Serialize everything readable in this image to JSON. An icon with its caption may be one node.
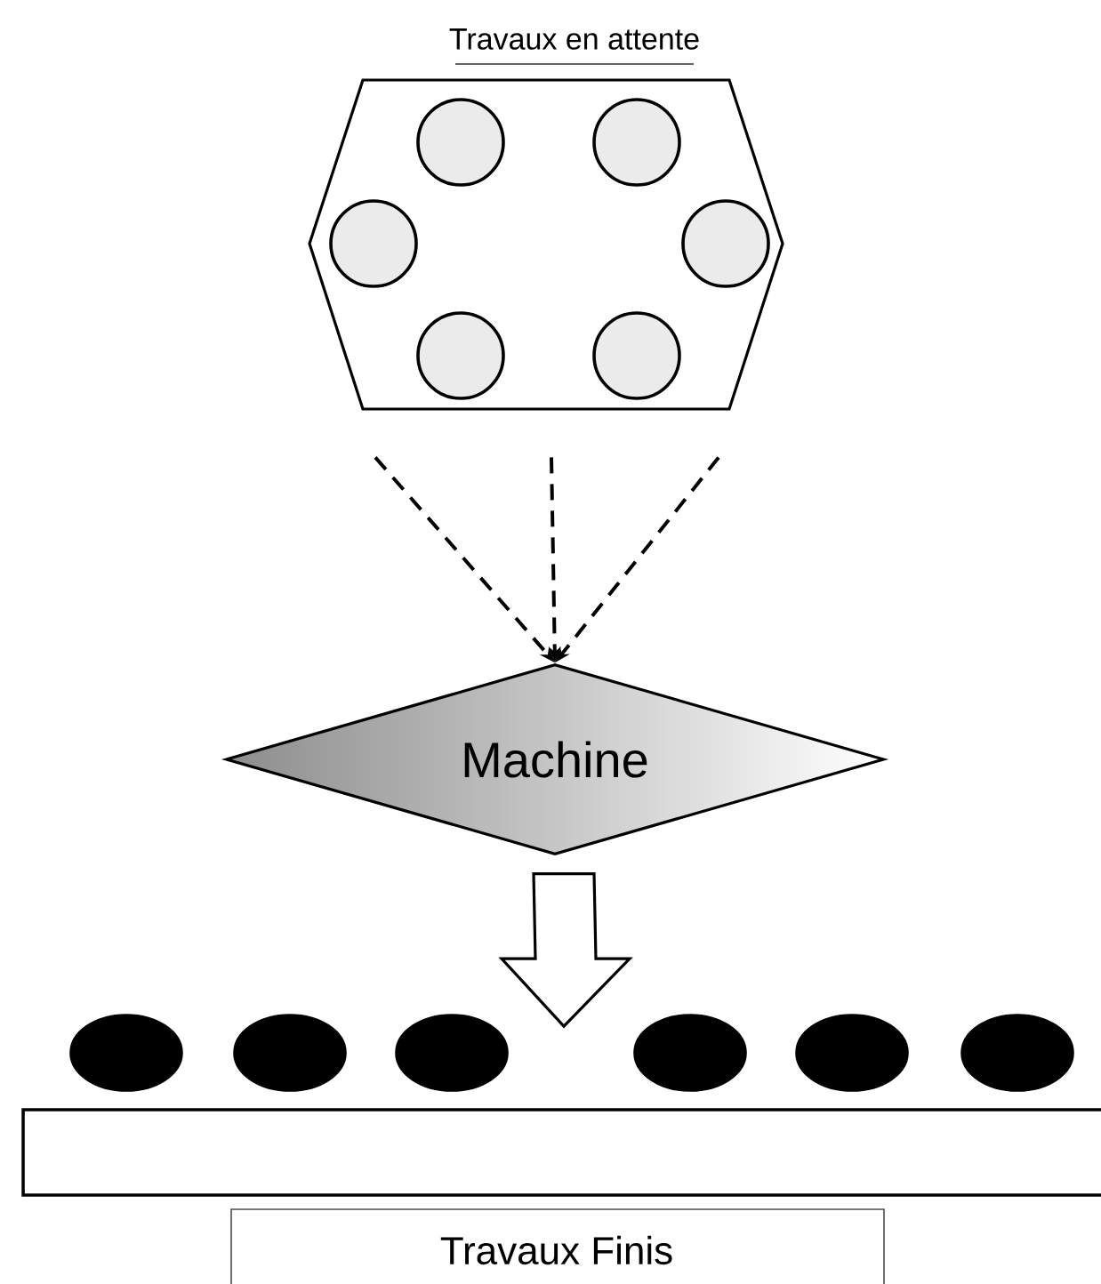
{
  "diagram": {
    "nodes": [
      {
        "text": [
          "Travaux en attente"
        ]
      },
      {
        "text": [],
        "shape": "circle",
        "in": 0
      },
      {
        "text": [],
        "shape": "circle",
        "in": 0
      },
      {
        "text": [],
        "shape": "circle",
        "in": 0
      },
      {
        "text": [],
        "shape": "circle",
        "in": 0
      },
      {
        "text": [],
        "shape": "circle",
        "in": 0
      },
      {
        "text": [],
        "shape": "circle",
        "in": 0
      },
      {
        "text": [
          "Machine"
        ]
      },
      {
        "text": [],
        "shape": "circle"
      },
      {
        "text": [],
        "shape": "circle"
      },
      {
        "text": [],
        "shape": "circle"
      },
      {
        "text": [],
        "shape": "circle"
      },
      {
        "text": [],
        "shape": "circle"
      },
      {
        "text": [],
        "shape": "circle"
      },
      {
        "text": [],
        "shape": "bar"
      },
      {
        "text": [
          "Travaux Finis"
        ]
      }
    ],
    "edges": [
      {
        "from": 0,
        "to": 7,
        "arrow": "to",
        "style": "dashed"
      },
      {
        "from": 0,
        "to": 7,
        "arrow": "to",
        "style": "dashed"
      },
      {
        "from": 0,
        "to": 7,
        "arrow": "to",
        "style": "dashed"
      },
      {
        "from": 7,
        "to": 14,
        "arrow": "to"
      }
    ]
  }
}
